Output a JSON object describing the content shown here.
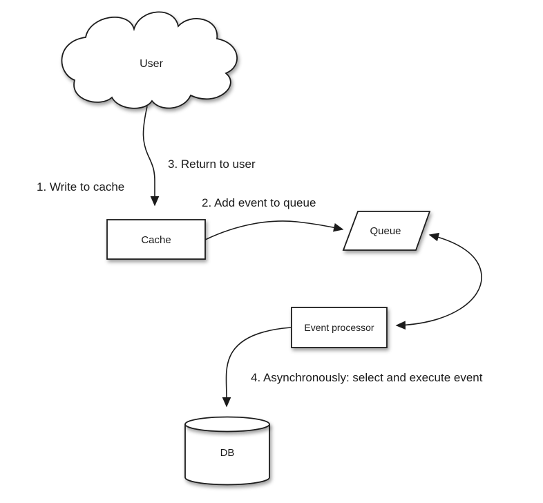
{
  "diagram": {
    "type": "flow-diagram",
    "background": "#ffffff",
    "colors": {
      "stroke": "#1b1b1b",
      "shape_fill": "#ffffff",
      "text": "#1a1a1a",
      "shadow": "rgba(0,0,0,0.4)"
    }
  },
  "nodes": {
    "user": {
      "label": "User",
      "shape": "cloud"
    },
    "cache": {
      "label": "Cache",
      "shape": "rectangle"
    },
    "queue": {
      "label": "Queue",
      "shape": "parallelogram"
    },
    "event_processor": {
      "label": "Event processor",
      "shape": "rectangle"
    },
    "db": {
      "label": "DB",
      "shape": "cylinder"
    }
  },
  "annotations": {
    "step1": "1. Write to cache",
    "step2": "2. Add event to queue",
    "step3": "3. Return to user",
    "step4": "4. Asynchronously: select and execute event"
  },
  "edges": [
    {
      "from": "user",
      "to": "cache",
      "direction": "one-way",
      "labels": [
        "1. Write to cache",
        "3. Return to user"
      ]
    },
    {
      "from": "cache",
      "to": "queue",
      "direction": "one-way",
      "labels": [
        "2. Add event to queue"
      ]
    },
    {
      "from": "queue",
      "to": "event_processor",
      "direction": "two-way",
      "labels": []
    },
    {
      "from": "event_processor",
      "to": "db",
      "direction": "one-way",
      "labels": [
        "4. Asynchronously: select and execute event"
      ]
    }
  ]
}
